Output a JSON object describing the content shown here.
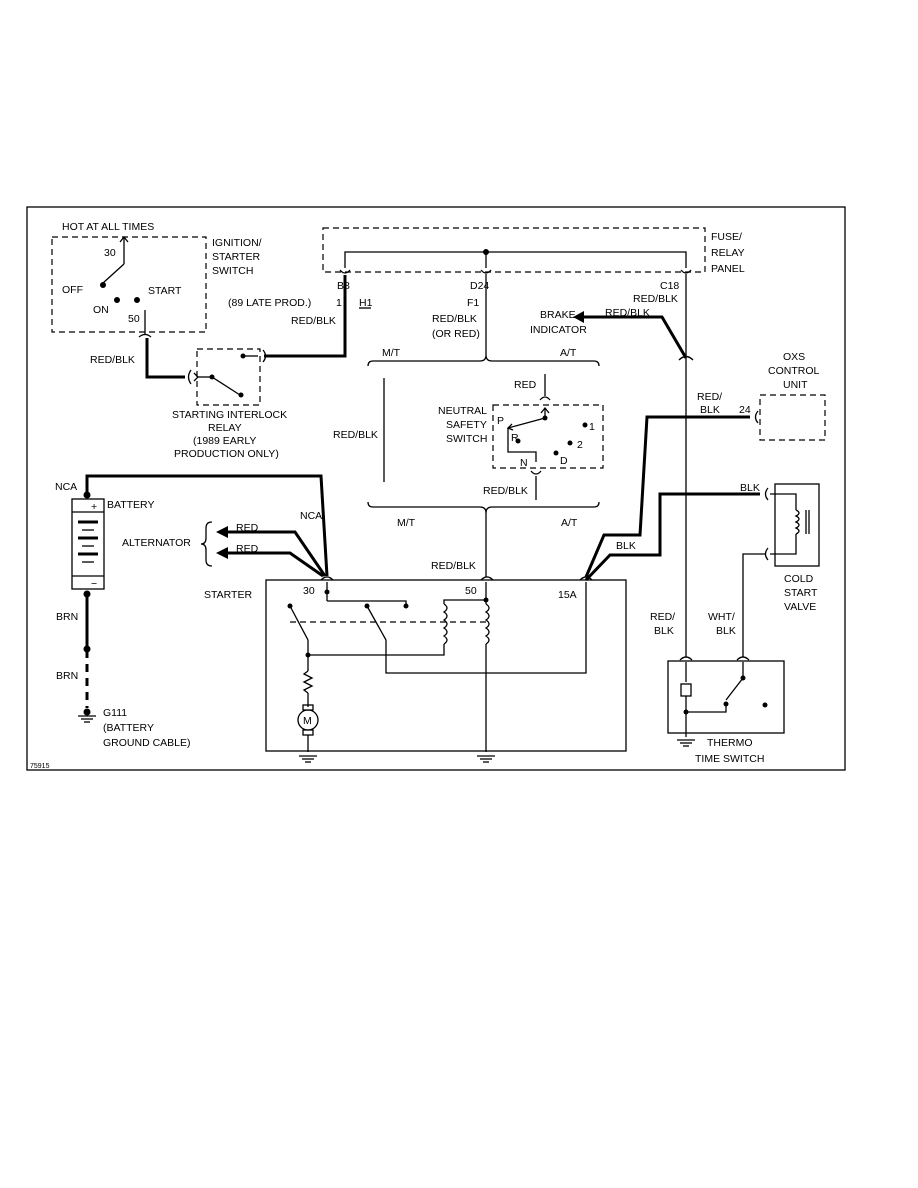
{
  "labels": {
    "hot_at_all_times": "HOT AT ALL TIMES",
    "ignition_switch": [
      "IGNITION/",
      "STARTER",
      "SWITCH"
    ],
    "sw_30": "30",
    "sw_off": "OFF",
    "sw_on": "ON",
    "sw_start": "START",
    "sw_50": "50",
    "fuse_panel": [
      "FUSE/",
      "RELAY",
      "PANEL"
    ],
    "b8": "B8",
    "pin_1": "1",
    "late_prod": "(89 LATE PROD.)",
    "h1": "H1",
    "d24": "D24",
    "f1": "F1",
    "c18": "C18",
    "red_blk": "RED/BLK",
    "red_blk_or_red": "(OR RED)",
    "brake_indicator": [
      "BRAKE",
      "INDICATOR"
    ],
    "mt": "M/T",
    "at": "A/T",
    "red": "RED",
    "oxs_control_unit": [
      "OXS",
      "CONTROL",
      "UNIT"
    ],
    "pin_24": "24",
    "red_blk_split": [
      "RED/",
      "BLK"
    ],
    "relay_label": [
      "STARTING INTERLOCK",
      "RELAY",
      "(1989 EARLY",
      "PRODUCTION ONLY)"
    ],
    "neutral_safety_switch": [
      "NEUTRAL",
      "SAFETY",
      "SWITCH"
    ],
    "nss_p": "P",
    "nss_r": "R",
    "nss_n": "N",
    "nss_d": "D",
    "nss_1": "1",
    "nss_2": "2",
    "nca": "NCA",
    "battery": "BATTERY",
    "blk": "BLK",
    "alternator": "ALTERNATOR",
    "starter": "STARTER",
    "st_30": "30",
    "st_50": "50",
    "st_15a": "15A",
    "motor_m": "M",
    "cold_start_valve": [
      "COLD",
      "START",
      "VALVE"
    ],
    "brn": "BRN",
    "wht_blk": [
      "WHT/",
      "BLK"
    ],
    "g111": [
      "G111",
      "(BATTERY",
      "GROUND CABLE)"
    ],
    "thermo_time_switch": [
      "THERMO",
      "TIME SWITCH"
    ],
    "figure_id": "75915"
  }
}
